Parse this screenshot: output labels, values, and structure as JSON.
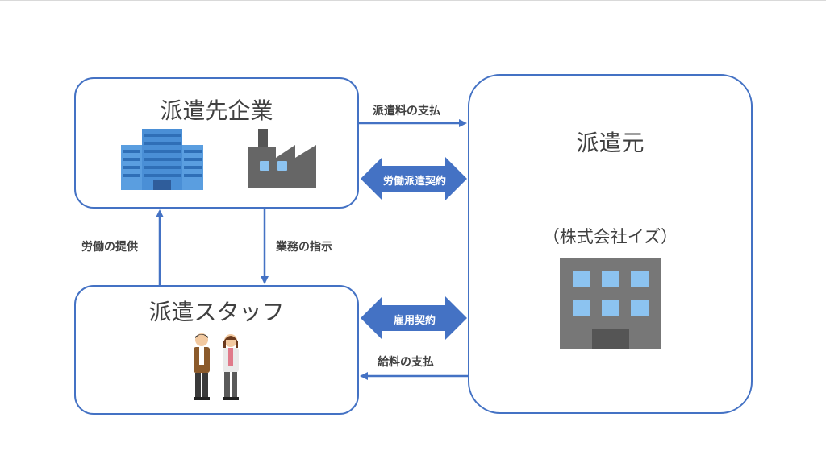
{
  "nodes": {
    "client": {
      "title": "派遣先企業"
    },
    "agency": {
      "title": "派遣元",
      "subtitle": "（株式会社イズ）"
    },
    "staff": {
      "title": "派遣スタッフ"
    }
  },
  "edges": {
    "fee_payment": "派遣料の支払",
    "dispatch_contract": "労働派遣契約",
    "labor_provision": "労働の提供",
    "work_instruction": "業務の指示",
    "employment_contract": "雇用契約",
    "salary_payment": "給料の支払"
  },
  "colors": {
    "accent": "#4472c4",
    "text": "#404040",
    "building_blue": "#4a8fd6",
    "factory_gray": "#666666",
    "office_gray": "#777777",
    "window_blue": "#8cc3f0"
  },
  "icons": [
    "office-building-icon",
    "factory-icon",
    "staff-people-icon",
    "agency-building-icon"
  ]
}
